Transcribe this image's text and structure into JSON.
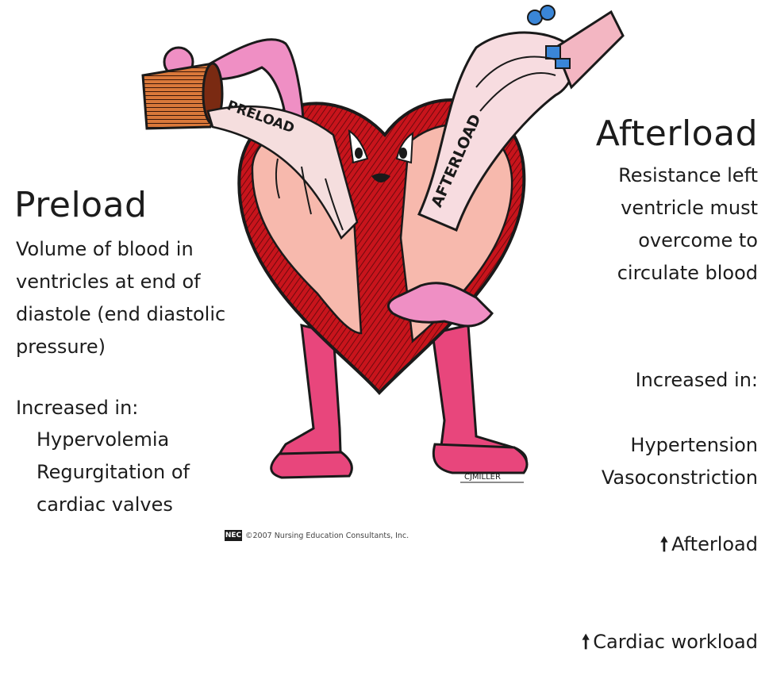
{
  "preload": {
    "heading": "Preload",
    "description": "Volume of blood in\nventricles at end of\ndiastole (end diastolic\npressure)",
    "increased_label": "Increased in:",
    "conditions": "Hypervolemia\nRegurgitation of\ncardiac valves"
  },
  "afterload": {
    "heading": "Afterload",
    "description": "Resistance left\nventricle must\novercome to\ncirculate blood",
    "increased_label": "Increased in:",
    "conditions": "Hypertension\nVasoconstriction",
    "effects": [
      "Afterload",
      "Cardiac workload"
    ]
  },
  "illustration": {
    "preload_vessel_label": "PRELOAD",
    "afterload_vessel_label": "AFTERLOAD",
    "artist_signature": "CJMILLER"
  },
  "footer": {
    "logo": "NEC",
    "copyright": "©2007 Nursing Education Consultants, Inc."
  },
  "colors": {
    "heart_red": "#c8141c",
    "chamber_pink": "#f7b9ad",
    "limb_pink": "#e8467c",
    "arm_pink": "#ef8fc4",
    "cup_brown": "#8a3b1c"
  }
}
